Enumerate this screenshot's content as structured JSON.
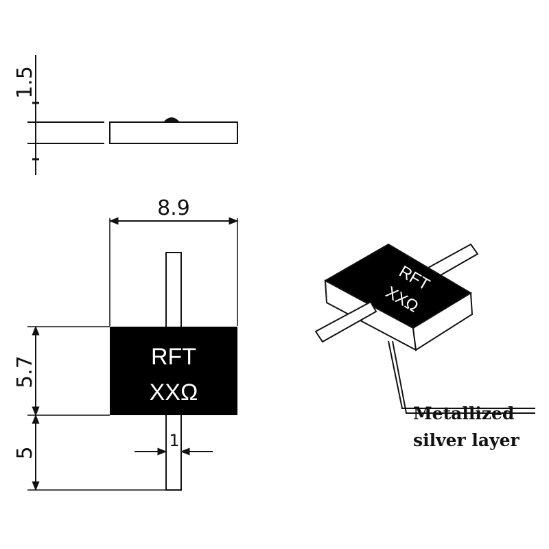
{
  "dimensions": {
    "thickness": "1.5",
    "width": "8.9",
    "body_height": "5.7",
    "lead_length": "5",
    "lead_width": "1"
  },
  "chip": {
    "line1": "RFT",
    "line2": "XXΩ"
  },
  "callout": {
    "line1": "Metallized",
    "line2": "silver layer"
  },
  "colors": {
    "body": "#000000",
    "line": "#111111",
    "background": "#ffffff"
  }
}
